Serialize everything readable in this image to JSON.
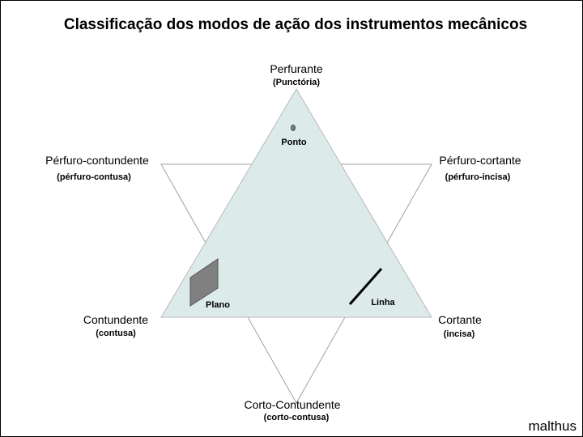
{
  "title": "Classificação dos modos de ação dos instrumentos mecânicos",
  "vertices": {
    "perfurante": {
      "name": "Perfurante",
      "sub": "(Punctória)"
    },
    "perfuro_contundente": {
      "name": "Pérfuro-contundente",
      "sub": "(pérfuro-contusa)"
    },
    "perfuro_cortante": {
      "name": "Pérfuro-cortante",
      "sub": "(pérfuro-incisa)"
    },
    "contundente": {
      "name": "Contundente",
      "sub": "(contusa)"
    },
    "cortante": {
      "name": "Cortante",
      "sub": "(incisa)"
    },
    "corto_contundente": {
      "name": "Corto-Contundente",
      "sub": "(corto-contusa)"
    }
  },
  "shapes": {
    "ponto": "Ponto",
    "plano": "Plano",
    "linha": "Linha"
  },
  "colors": {
    "triangle_fill": "#dcebea",
    "plane_fill": "#808080",
    "line_color": "#000000"
  },
  "credit": "malthus"
}
